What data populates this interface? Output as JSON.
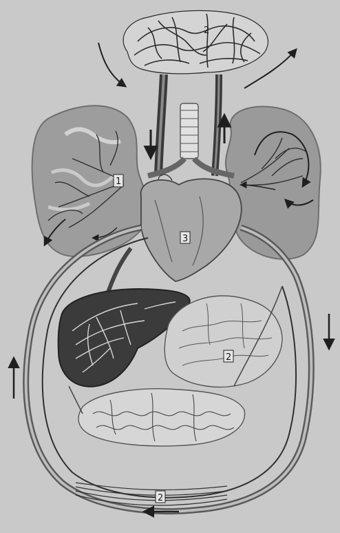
{
  "labels": {
    "top_capillaries": "2",
    "left_lung": "1",
    "heart": "3",
    "intestine": "2",
    "lower_capillaries": "2"
  },
  "colors": {
    "background": "#c9c9c9",
    "lung_fill": "#9a9a9a",
    "vessel_stroke": "#3a3a3a",
    "liver_fill": "#3b3b3b",
    "line": "#1f1f1f"
  }
}
